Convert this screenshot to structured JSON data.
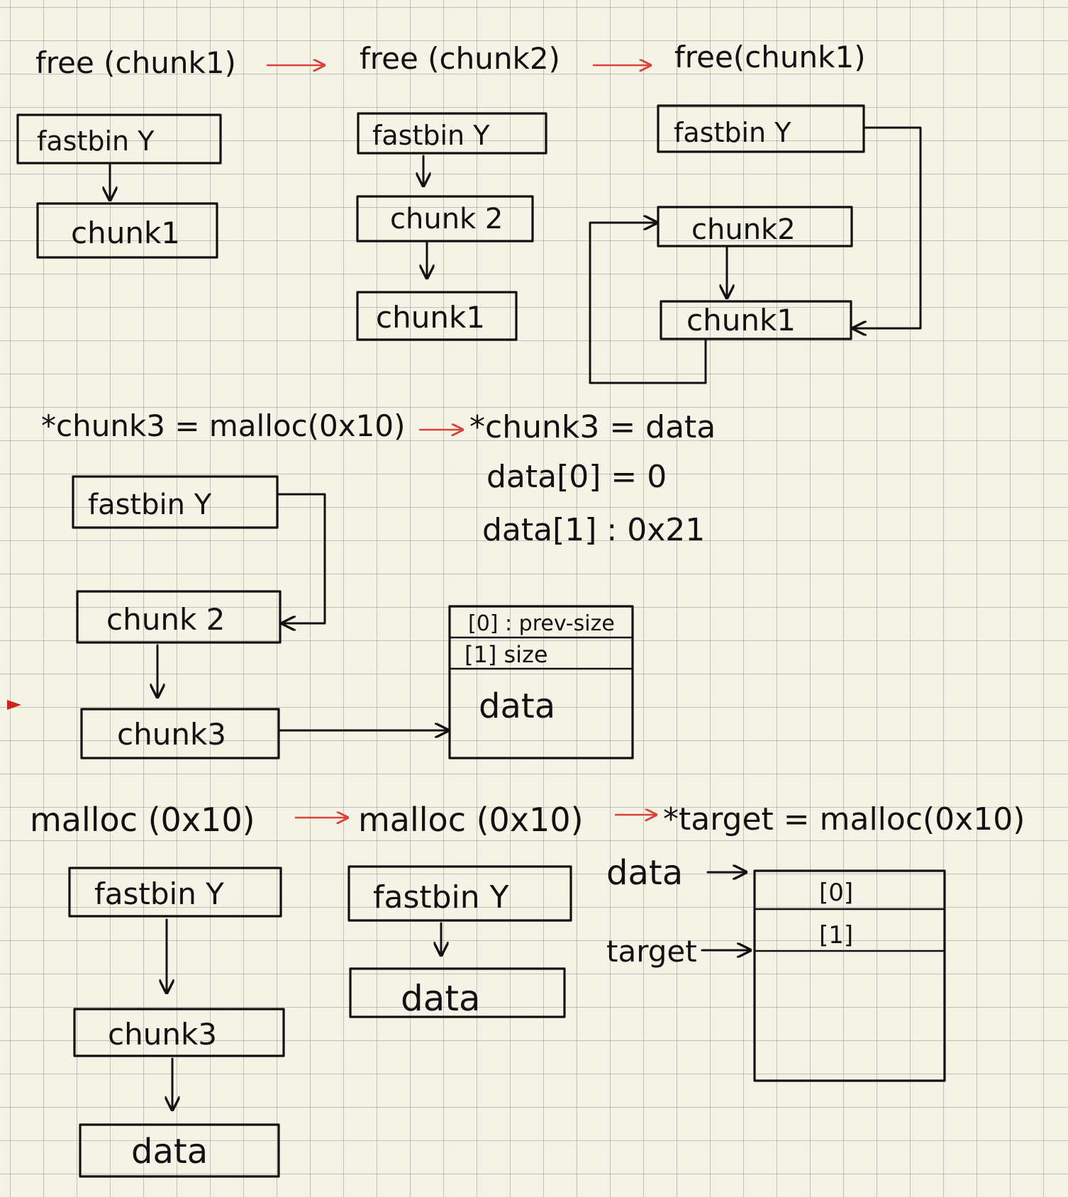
{
  "panel1": {
    "step1": {
      "title": "free (chunk1)",
      "fastbin": "fastbin Y",
      "chunk1": "chunk1"
    },
    "step2": {
      "title": "free (chunk2)",
      "fastbin": "fastbin Y",
      "chunk2": "chunk 2",
      "chunk1": "chunk1"
    },
    "step3": {
      "title": "free(chunk1)",
      "fastbin": "fastbin Y",
      "chunk2": "chunk2",
      "chunk1": "chunk1"
    }
  },
  "panel2": {
    "title": "*chunk3 = malloc(0x10)",
    "assign": "*chunk3 = data",
    "line0": "data[0] = 0",
    "line1": "data[1] : 0x21",
    "fastbin": "fastbin Y",
    "chunk2": "chunk 2",
    "chunk3": "chunk3",
    "mem": {
      "row0": "[0] : prev-size",
      "row1": "[1]   size",
      "body": "data"
    }
  },
  "panel3": {
    "stepA": {
      "title": "malloc (0x10)",
      "fastbin": "fastbin Y",
      "chunk3": "chunk3",
      "data": "data"
    },
    "stepB": {
      "title": "malloc (0x10)",
      "fastbin": "fastbin Y",
      "data": "data"
    },
    "stepC": {
      "title": "*target = malloc(0x10)",
      "data_label": "data",
      "target_label": "target",
      "row0": "[0]",
      "row1": "[1]"
    }
  },
  "colors": {
    "ink": "#111111",
    "arrow_red": "#d9413a",
    "paper": "#f5f3e6",
    "grid": "#8fa08f",
    "marker": "#cc2222"
  }
}
